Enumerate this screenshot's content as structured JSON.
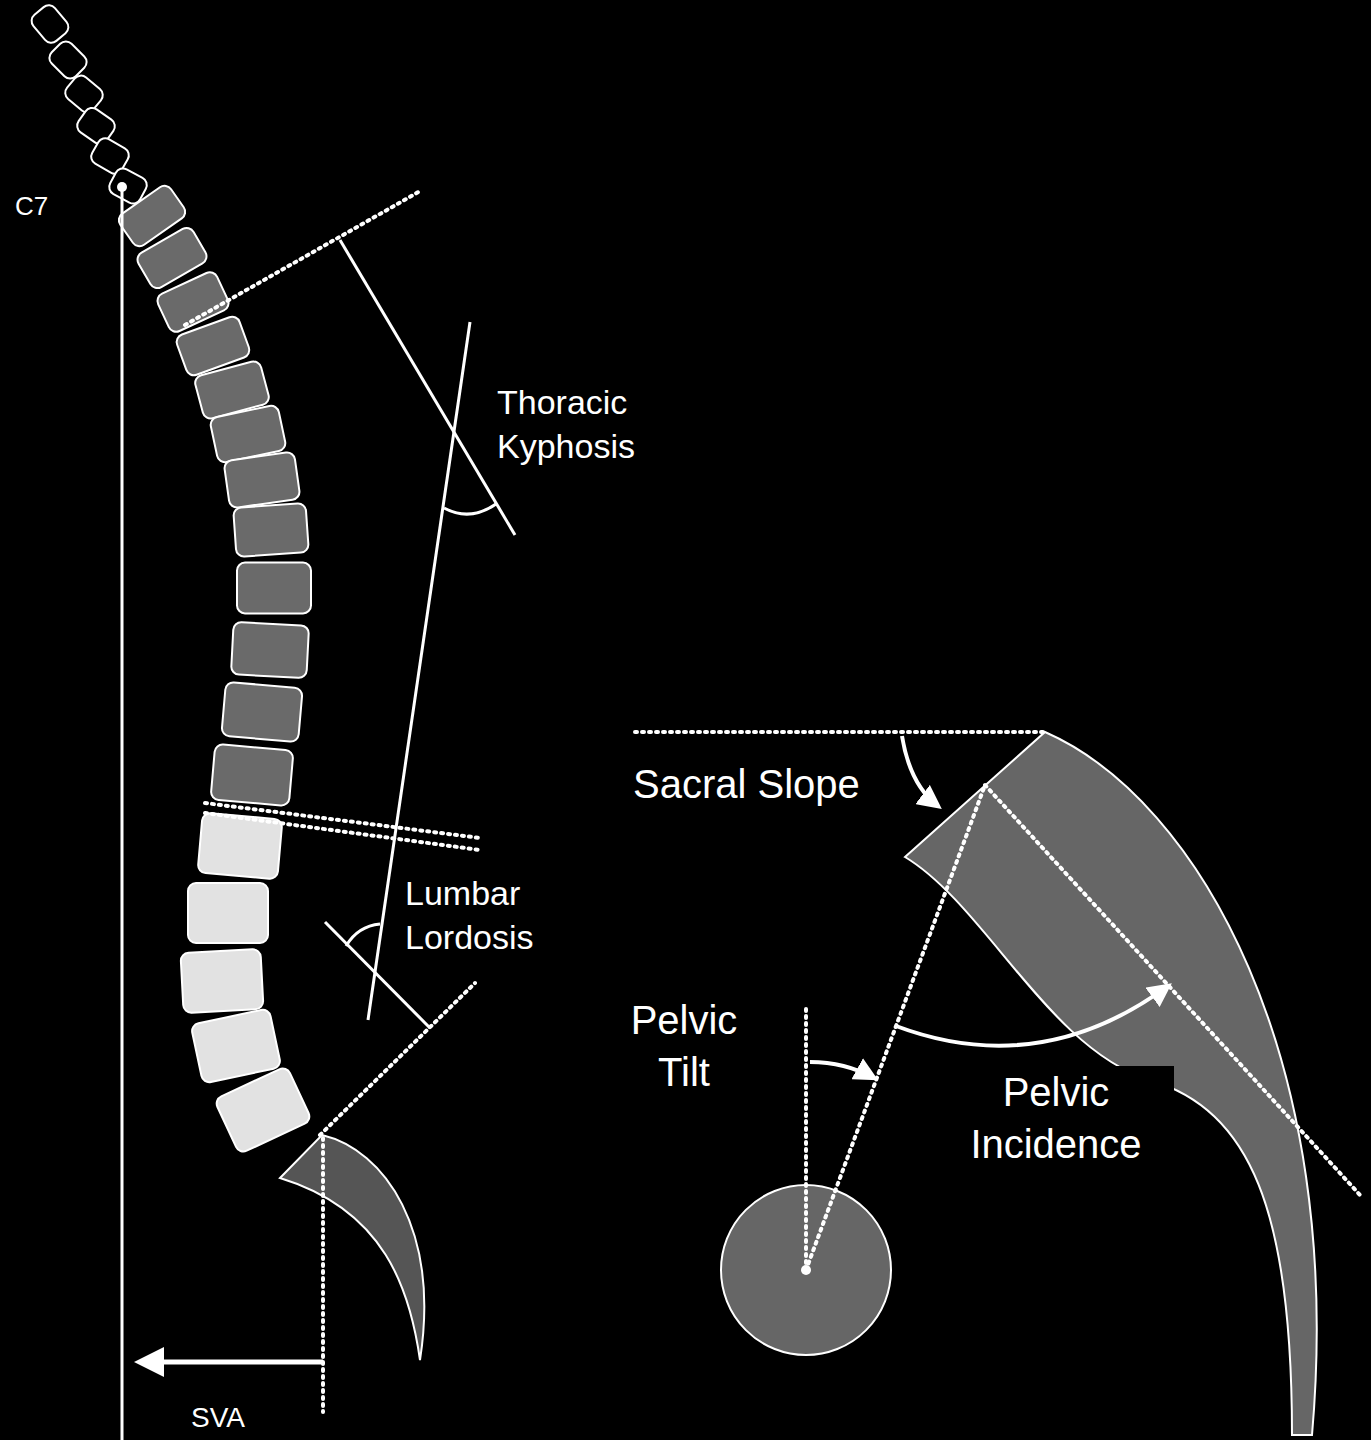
{
  "diagram": {
    "labels": [
      "C7",
      "Thoracic Kyphosis",
      "Lumbar Lordosis",
      "Sacral Slope",
      "Pelvic Tilt",
      "Pelvic Incidence",
      "SVA"
    ]
  }
}
